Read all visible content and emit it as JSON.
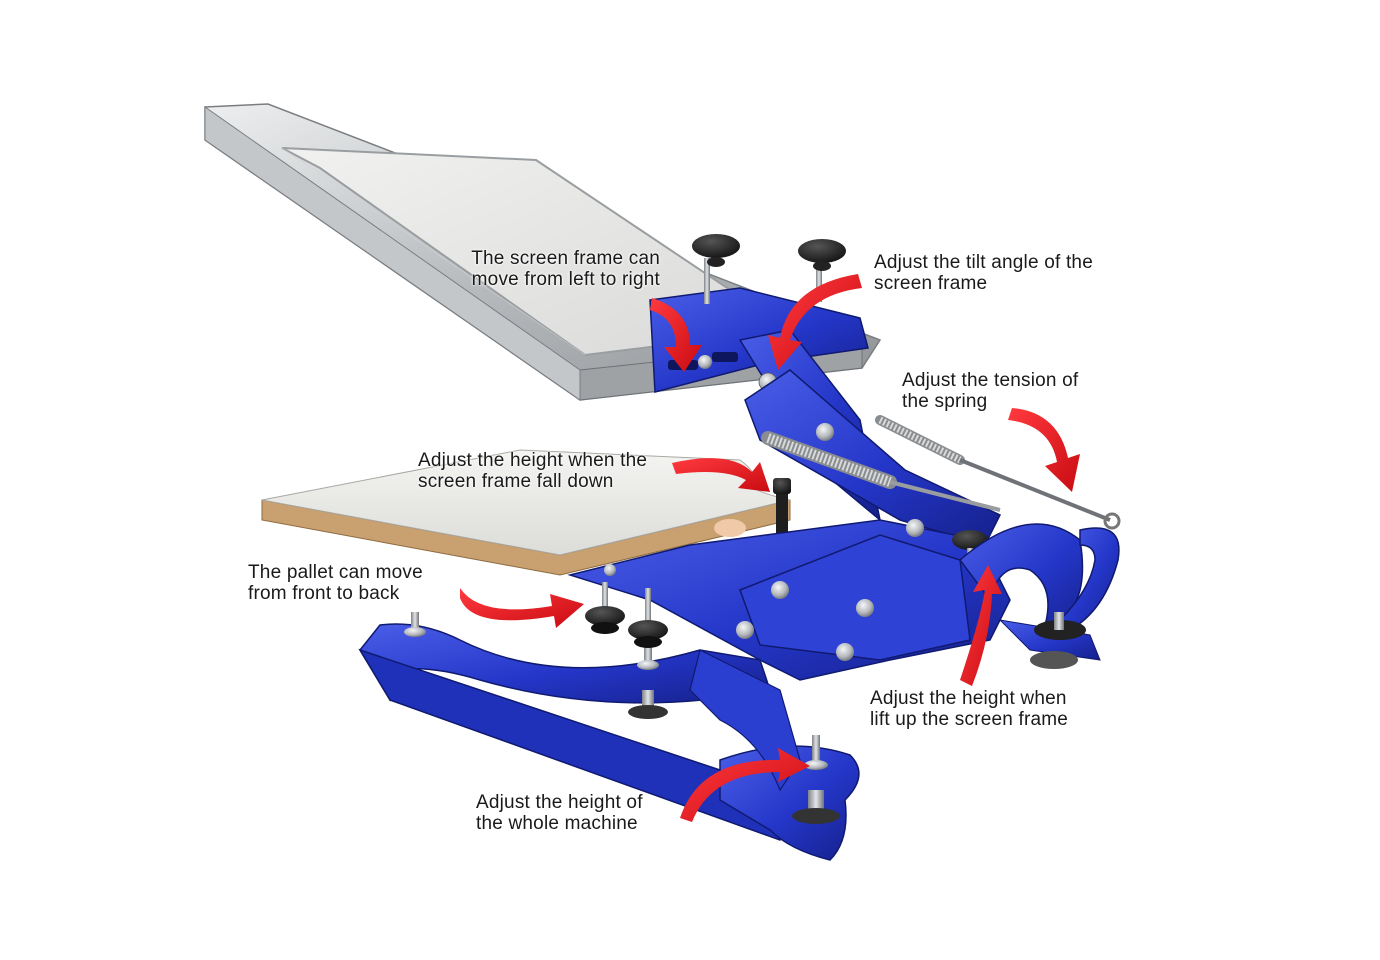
{
  "colors": {
    "frame_blue": "#2436c8",
    "frame_blue_dark": "#15208a",
    "frame_blue_light": "#4a5ee8",
    "aluminum": "#c9ccce",
    "screen_mesh": "#e6e7e6",
    "pallet_top": "#ececea",
    "pallet_edge": "#c9a070",
    "arrow_red": "#e8141b",
    "knob_black": "#1c1c1c",
    "steel": "#b9bcc0"
  },
  "callouts": {
    "screen_move": {
      "line1": "The screen frame can",
      "line2": "move from left to right"
    },
    "tilt_angle": {
      "line1": "Adjust the tilt angle of the",
      "line2": "screen frame"
    },
    "spring_tension": {
      "line1": "Adjust the tension of",
      "line2": "the spring"
    },
    "fall_height": {
      "line1": "Adjust the height when the",
      "line2": "screen frame fall down"
    },
    "pallet_move": {
      "line1": "The pallet can move",
      "line2": "from front to back"
    },
    "lift_height": {
      "line1": "Adjust the height when",
      "line2": "lift up the screen frame"
    },
    "machine_height": {
      "line1": "Adjust the height of",
      "line2": "the whole machine"
    }
  }
}
